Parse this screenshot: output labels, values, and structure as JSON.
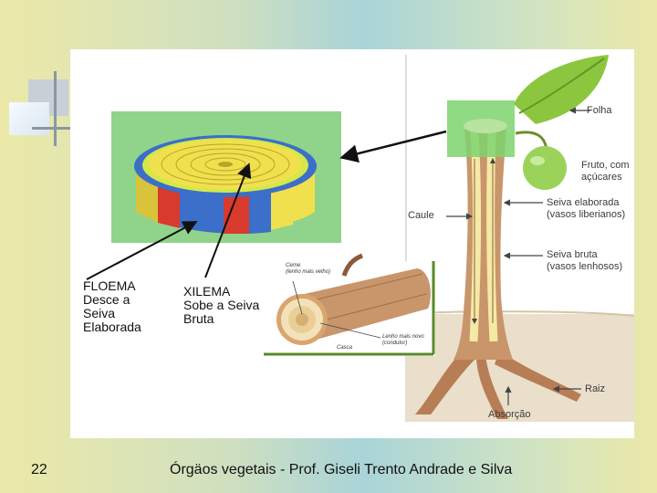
{
  "slide": {
    "number": "22",
    "footer": "Órgäos vegetais - Prof. Giseli Trento Andrade e Silva"
  },
  "diagram": {
    "floema_label": "FLOEMA\nDesce a\nSeiva\nElaborada",
    "xilema_label": "XILEMA\nSobe a Seiva\nBruta",
    "tree": {
      "folha": "Folha",
      "fruto": "Fruto, com\naçúcares",
      "caule": "Caule",
      "seiva_elaborada": "Seiva elaborada\n(vasos liberianos)",
      "seiva_bruta": "Seiva bruta\n(vasos lenhosos)",
      "raiz": "Raiz",
      "absorcao": "Absorção"
    },
    "log": {
      "cerne": "Cerne\n(lenho mais velho)",
      "lenho_novo": "Lenho mais novo\n(condutor)",
      "casca": "Casca"
    },
    "colors": {
      "green_box": "#8fd48a",
      "phloem_blue": "#3b6fc9",
      "xylem_yellow": "#f1e04e",
      "bark_red": "#d83a2e",
      "trunk": "#c9956b"
    }
  }
}
